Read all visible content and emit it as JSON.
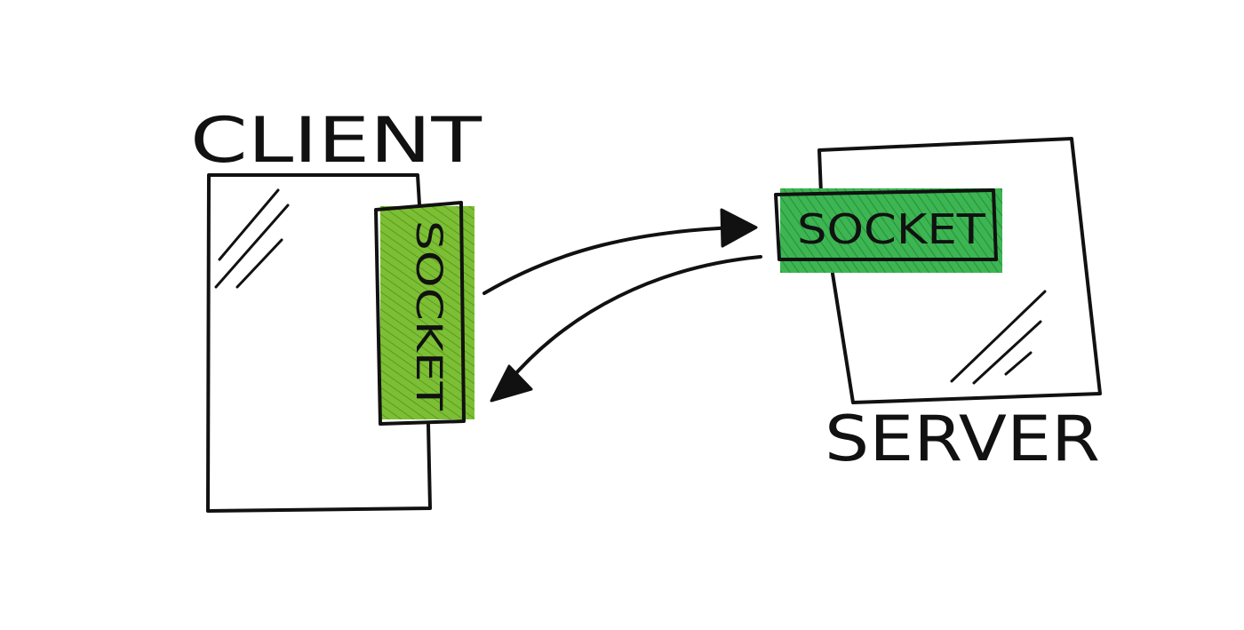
{
  "client": {
    "label": "CLIENT",
    "socket_label": "SOCKET"
  },
  "server": {
    "label": "SERVER",
    "socket_label": "SOCKET"
  },
  "colors": {
    "ink": "#111111",
    "client_socket_fill": "#7cbf35",
    "client_socket_hatch": "#5c9a1e",
    "server_socket_fill": "#3db552",
    "server_socket_hatch": "#23913a",
    "glare": "#222222",
    "background": "#ffffff"
  },
  "connection": {
    "direction": "bidirectional"
  }
}
